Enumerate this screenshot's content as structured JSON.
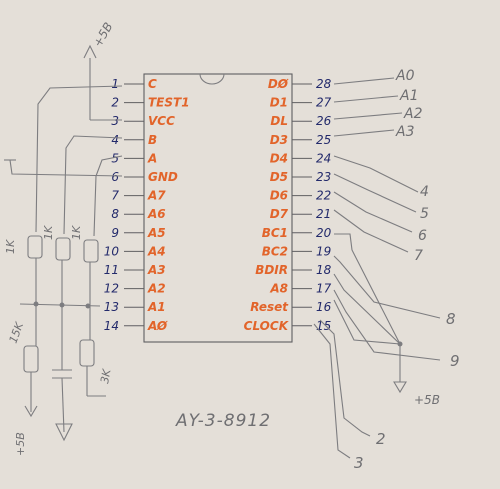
{
  "chip": {
    "part_label": "AY-3-8912",
    "left_pins": [
      {
        "num": "1",
        "name": "C"
      },
      {
        "num": "2",
        "name": "TEST1"
      },
      {
        "num": "3",
        "name": "VCC"
      },
      {
        "num": "4",
        "name": "B"
      },
      {
        "num": "5",
        "name": "A"
      },
      {
        "num": "6",
        "name": "GND"
      },
      {
        "num": "7",
        "name": "A7"
      },
      {
        "num": "8",
        "name": "A6"
      },
      {
        "num": "9",
        "name": "A5"
      },
      {
        "num": "10",
        "name": "A4"
      },
      {
        "num": "11",
        "name": "A3"
      },
      {
        "num": "12",
        "name": "A2"
      },
      {
        "num": "13",
        "name": "A1"
      },
      {
        "num": "14",
        "name": "AØ"
      }
    ],
    "right_pins": [
      {
        "num": "28",
        "name": "DØ"
      },
      {
        "num": "27",
        "name": "D1"
      },
      {
        "num": "26",
        "name": "DL"
      },
      {
        "num": "25",
        "name": "D3"
      },
      {
        "num": "24",
        "name": "D4"
      },
      {
        "num": "23",
        "name": "D5"
      },
      {
        "num": "22",
        "name": "D6"
      },
      {
        "num": "21",
        "name": "D7"
      },
      {
        "num": "20",
        "name": "BC1"
      },
      {
        "num": "19",
        "name": "BC2"
      },
      {
        "num": "18",
        "name": "BDIR"
      },
      {
        "num": "17",
        "name": "A8"
      },
      {
        "num": "16",
        "name": "Reset"
      },
      {
        "num": "15",
        "name": "CLOCK"
      }
    ]
  },
  "connections": {
    "data_labels": [
      {
        "text": "A0"
      },
      {
        "text": "A1"
      },
      {
        "text": "A2"
      },
      {
        "text": "A3"
      },
      {
        "text": "4"
      },
      {
        "text": "5"
      },
      {
        "text": "6"
      },
      {
        "text": "7"
      }
    ],
    "control_labels": [
      {
        "text": "8"
      },
      {
        "text": "9"
      },
      {
        "text": "2"
      },
      {
        "text": "3"
      }
    ]
  },
  "power": {
    "top_supply": "+5B",
    "right_supply": "+5B",
    "bottom_supply": "+5B"
  },
  "resistors": [
    {
      "value": "1K"
    },
    {
      "value": "1K"
    },
    {
      "value": "1K"
    },
    {
      "value": "15K"
    },
    {
      "value": "3K"
    }
  ],
  "colors": {
    "paper": "#e4dfd8",
    "pin_name_ink": "#e2642a",
    "pin_number_ink": "#232a6b",
    "pencil": "#7d7d80"
  }
}
